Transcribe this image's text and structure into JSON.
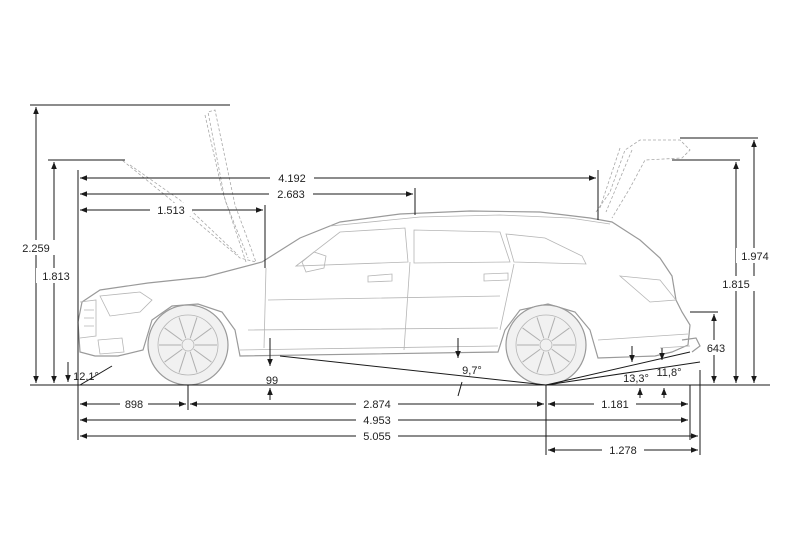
{
  "diagram": {
    "dimensions": {
      "overall_length": "5.055",
      "body_length": "4.953",
      "wheelbase": "2.874",
      "front_overhang": "898",
      "rear_overhang": "1.181",
      "rear_to_hitch": "1.278",
      "front_to_tailgate": "4.192",
      "front_to_b_pillar": "2.683",
      "front_to_a_pillar": "1.513",
      "ground_clearance": "99",
      "height_hood_open": "2.259",
      "height_front": "1.813",
      "height_tailgate_open": "1.974",
      "height_rear": "1.815",
      "hitch_height": "643"
    },
    "angles": {
      "approach": "12,1°",
      "ramp": "9,7°",
      "departure_body": "13,3°",
      "departure_hitch": "11,8°"
    },
    "colors": {
      "dimension_line": "#1a1a1a",
      "vehicle_outline": "#9a9a9a",
      "wheel_fill": "#f1f1f1"
    }
  }
}
